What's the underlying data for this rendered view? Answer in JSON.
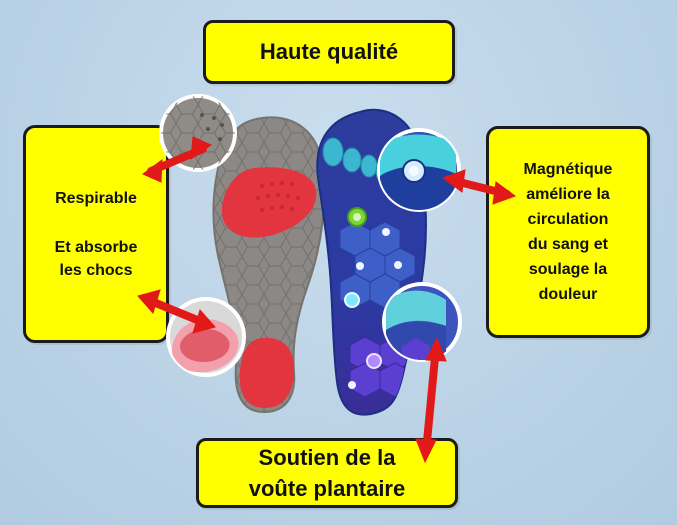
{
  "title": "Haute qualité",
  "left_box": {
    "line1": "Respirable",
    "line2": "Et absorbe",
    "line3": "les chocs"
  },
  "right_box": {
    "line1": "Magnétique",
    "line2": "améliore la",
    "line3": "circulation",
    "line4": "du sang et",
    "line5": "soulage la",
    "line6": "douleur"
  },
  "bottom_box": {
    "line1": "Soutien de la",
    "line2": "voûte plantaire"
  },
  "colors": {
    "background": "#bfd6e7",
    "box_fill": "#ffff00",
    "box_border": "#1b1b1b",
    "arrow_red": "#e31c1c",
    "insole_gray": "#8a8784",
    "insole_red": "#e3333e",
    "insole_blue": "#2f48a8",
    "insole_teal": "#37c6d9"
  },
  "icons": {
    "arrow_icon": "double-headed-red-arrow",
    "magnet_icon": "magnet-button-icon"
  }
}
